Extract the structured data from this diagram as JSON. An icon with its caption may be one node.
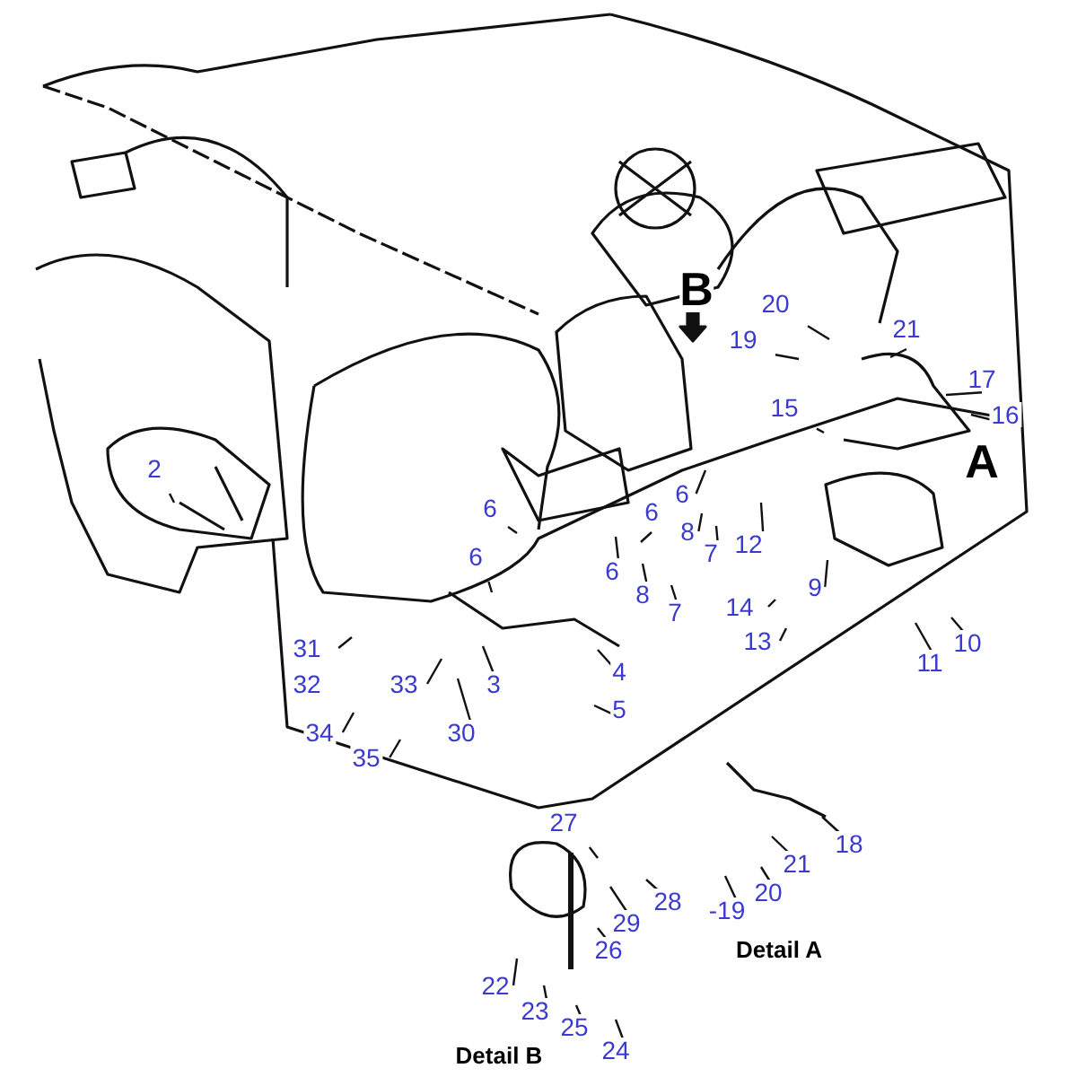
{
  "diagram": {
    "nodes": [
      {
        "text": [
          "20"
        ]
      },
      {
        "text": [
          "19"
        ]
      },
      {
        "text": [
          "21"
        ]
      },
      {
        "text": [
          "17"
        ]
      },
      {
        "text": [
          "15"
        ]
      },
      {
        "text": [
          "16"
        ]
      },
      {
        "text": [
          "2"
        ]
      },
      {
        "text": [
          "6"
        ]
      },
      {
        "text": [
          "6"
        ]
      },
      {
        "text": [
          "6"
        ]
      },
      {
        "text": [
          "8"
        ]
      },
      {
        "text": [
          "7"
        ]
      },
      {
        "text": [
          "12"
        ]
      },
      {
        "text": [
          "6"
        ]
      },
      {
        "text": [
          "6"
        ]
      },
      {
        "text": [
          "9"
        ]
      },
      {
        "text": [
          "8"
        ]
      },
      {
        "text": [
          "7"
        ]
      },
      {
        "text": [
          "14"
        ]
      },
      {
        "text": [
          "13"
        ]
      },
      {
        "text": [
          "31"
        ]
      },
      {
        "text": [
          "10"
        ]
      },
      {
        "text": [
          "11"
        ]
      },
      {
        "text": [
          "4"
        ]
      },
      {
        "text": [
          "33"
        ]
      },
      {
        "text": [
          "3"
        ]
      },
      {
        "text": [
          "5"
        ]
      },
      {
        "text": [
          "34"
        ]
      },
      {
        "text": [
          "30"
        ]
      },
      {
        "text": [
          "35"
        ]
      },
      {
        "text": [
          "27"
        ]
      },
      {
        "text": [
          "18"
        ]
      },
      {
        "text": [
          "21"
        ]
      },
      {
        "text": [
          "20"
        ]
      },
      {
        "text": [
          "-19"
        ]
      },
      {
        "text": [
          "28"
        ]
      },
      {
        "text": [
          "29"
        ]
      },
      {
        "text": [
          "26"
        ]
      },
      {
        "text": [
          "22"
        ]
      },
      {
        "text": [
          "23"
        ]
      },
      {
        "text": [
          "25"
        ]
      },
      {
        "text": [
          "24"
        ]
      },
      {
        "text": [
          "32"
        ]
      }
    ],
    "edges": [
      {
        "from": 0,
        "to": null,
        "arrow": "none"
      },
      {
        "from": 1,
        "to": null,
        "arrow": "none"
      },
      {
        "from": 2,
        "to": null,
        "arrow": "none"
      },
      {
        "from": 3,
        "to": null,
        "arrow": "none"
      },
      {
        "from": 4,
        "to": null,
        "arrow": "none"
      },
      {
        "from": 5,
        "to": null,
        "arrow": "none"
      },
      {
        "from": 6,
        "to": null,
        "arrow": "none"
      },
      {
        "from": 7,
        "to": null,
        "arrow": "none"
      },
      {
        "from": 8,
        "to": null,
        "arrow": "none"
      },
      {
        "from": 9,
        "to": null,
        "arrow": "none"
      },
      {
        "from": 10,
        "to": null,
        "arrow": "none"
      },
      {
        "from": 11,
        "to": null,
        "arrow": "none"
      },
      {
        "from": 12,
        "to": null,
        "arrow": "none"
      },
      {
        "from": 13,
        "to": null,
        "arrow": "none"
      },
      {
        "from": 14,
        "to": null,
        "arrow": "none"
      },
      {
        "from": 15,
        "to": null,
        "arrow": "none"
      },
      {
        "from": 16,
        "to": null,
        "arrow": "none"
      },
      {
        "from": 17,
        "to": null,
        "arrow": "none"
      },
      {
        "from": 18,
        "to": null,
        "arrow": "none"
      },
      {
        "from": 19,
        "to": null,
        "arrow": "none"
      },
      {
        "from": 20,
        "to": null,
        "arrow": "none"
      },
      {
        "from": 21,
        "to": null,
        "arrow": "none"
      },
      {
        "from": 22,
        "to": null,
        "arrow": "none"
      },
      {
        "from": 23,
        "to": null,
        "arrow": "none"
      },
      {
        "from": 24,
        "to": null,
        "arrow": "none"
      },
      {
        "from": 25,
        "to": null,
        "arrow": "none"
      },
      {
        "from": 26,
        "to": null,
        "arrow": "none"
      },
      {
        "from": 27,
        "to": null,
        "arrow": "none"
      },
      {
        "from": 28,
        "to": null,
        "arrow": "none"
      },
      {
        "from": 29,
        "to": null,
        "arrow": "none"
      },
      {
        "from": 30,
        "to": null,
        "arrow": "none"
      },
      {
        "from": 31,
        "to": null,
        "arrow": "none"
      },
      {
        "from": 32,
        "to": null,
        "arrow": "none"
      },
      {
        "from": 33,
        "to": null,
        "arrow": "none"
      },
      {
        "from": 34,
        "to": null,
        "arrow": "none"
      },
      {
        "from": 35,
        "to": null,
        "arrow": "none"
      },
      {
        "from": 36,
        "to": null,
        "arrow": "none"
      },
      {
        "from": 37,
        "to": null,
        "arrow": "none"
      },
      {
        "from": 38,
        "to": null,
        "arrow": "none"
      },
      {
        "from": 39,
        "to": null,
        "arrow": "none"
      },
      {
        "from": 40,
        "to": null,
        "arrow": "none"
      },
      {
        "from": 41,
        "to": null,
        "arrow": "none"
      }
    ],
    "labels": [
      "B",
      "A",
      "Detail A",
      "Detail B"
    ]
  }
}
